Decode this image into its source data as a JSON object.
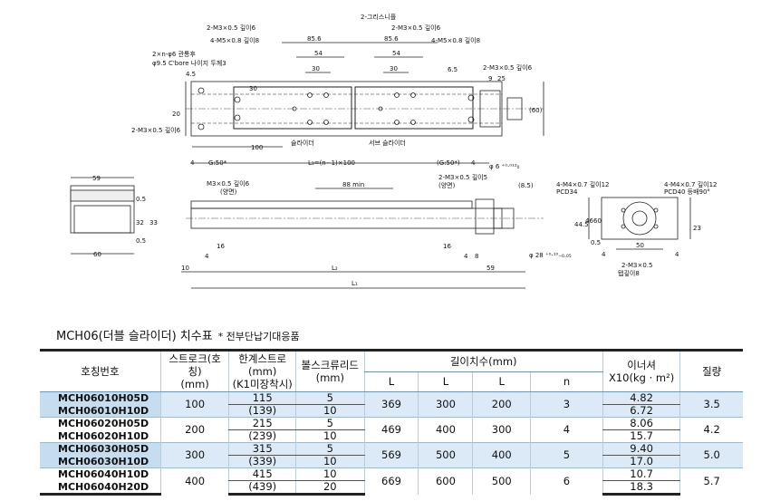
{
  "drawing": {
    "labels": {
      "m3_depth6": "2-M3×0.5 깊이6",
      "grease": "2-그리스니플",
      "m3_depth6_b": "2-M3×0.5 깊이6",
      "m5_depth8": "4-M5×0.8 깊이8",
      "m5_depth8_b": "4-M5×0.8 깊이8",
      "d856": "85.6",
      "d856_b": "85.6",
      "d54": "54",
      "d54_b": "54",
      "d30": "30",
      "d30_b": "30",
      "d30v": "30",
      "d45": "4.5",
      "through": "2×n-φ6 관통후",
      "cbore": "φ9.5 C'bore 나이지 두께3",
      "d20": "20",
      "m3_right": "2-M3×0.5 깊이6",
      "m3_left": "2-M3×0.5 깊이6",
      "d65": "6.5",
      "d9": "9",
      "d25": "25",
      "d60v": "(60)",
      "d100": "100",
      "d4": "4",
      "g50": "G:50*",
      "slider": "슬라이더",
      "sub_slider": "서브 슬라이더",
      "l3": "L₃=(n−1)×100",
      "g50r": "(G:50*)",
      "d4r": "4",
      "phi6": "φ 6 ⁺⁰·⁰¹²₀",
      "d59": "59",
      "d05": "0.5",
      "d32": "32",
      "d33": "33",
      "d60": "60",
      "d05b": "0.5",
      "m3_bottom": "M3×0.5 깊이6",
      "opposite": "(양면)",
      "d88min": "88 min",
      "m3_depth5": "2-M3×0.5 깊이5",
      "opposite2": "(양면)",
      "d85": "(8.5)",
      "d16": "16",
      "d16b": "16",
      "d4b": "4",
      "d10": "10",
      "l2": "L₂",
      "d4c": "4",
      "d8": "8",
      "d59b": "59",
      "phi28": "φ 28 ⁺⁰·¹⁰₋₀.₀₅",
      "l1": "L₁",
      "m4_12": "4-M4×0.7 깊이12",
      "pcd34": "PCD34",
      "m4_12b": "4-M4×0.7 깊이12",
      "pcd40": "PCD40 등배90°",
      "d445": "44.5",
      "d46": "46",
      "d60c": "60",
      "d23": "23",
      "d05c": "0.5",
      "d4e": "4",
      "d50": "50",
      "d4f": "4",
      "m3_2": "2-M3×0.5",
      "tap8": "탭깊이8"
    }
  },
  "title": "MCH06(더블 슬라이더) 치수표",
  "note": "* 전부단납기대응품",
  "table": {
    "headers": {
      "model": "호칭번호",
      "stroke": "스트로크(호칭)",
      "stroke_unit": "(mm)",
      "limit": "한계스트로(mm)",
      "limit_sub": "(K1미장착시)",
      "lead": "볼스크류리드",
      "lead_unit": "(mm)",
      "dims": "길이치수(mm)",
      "l1": "L",
      "l2": "L",
      "l3": "L",
      "n": "n",
      "inertia": "이너셔",
      "inertia_unit": "X10(kg · m²)",
      "mass": "질량"
    },
    "groups": [
      {
        "rows": [
          {
            "model": "MCH06010H05D",
            "limit": "115",
            "lead": "5",
            "inertia": "4.82"
          },
          {
            "model": "MCH06010H10D",
            "limit": "(139)",
            "lead": "10",
            "inertia": "6.72"
          }
        ],
        "stroke": "100",
        "l1": "369",
        "l2": "300",
        "l3": "200",
        "n": "3",
        "mass": "3.5",
        "blue": true
      },
      {
        "rows": [
          {
            "model": "MCH06020H05D",
            "limit": "215",
            "lead": "5",
            "inertia": "8.06"
          },
          {
            "model": "MCH06020H10D",
            "limit": "(239)",
            "lead": "10",
            "inertia": "15.7"
          }
        ],
        "stroke": "200",
        "l1": "469",
        "l2": "400",
        "l3": "300",
        "n": "4",
        "mass": "4.2",
        "blue": false
      },
      {
        "rows": [
          {
            "model": "MCH06030H05D",
            "limit": "315",
            "lead": "5",
            "inertia": "9.40"
          },
          {
            "model": "MCH06030H10D",
            "limit": "(339)",
            "lead": "10",
            "inertia": "17.0"
          }
        ],
        "stroke": "300",
        "l1": "569",
        "l2": "500",
        "l3": "400",
        "n": "5",
        "mass": "5.0",
        "blue": true
      },
      {
        "rows": [
          {
            "model": "MCH06040H10D",
            "limit": "415",
            "lead": "10",
            "inertia": "10.7"
          },
          {
            "model": "MCH06040H20D",
            "limit": "(439)",
            "lead": "20",
            "inertia": "18.3"
          }
        ],
        "stroke": "400",
        "l1": "669",
        "l2": "600",
        "l3": "500",
        "n": "6",
        "mass": "5.7",
        "blue": false
      }
    ]
  }
}
